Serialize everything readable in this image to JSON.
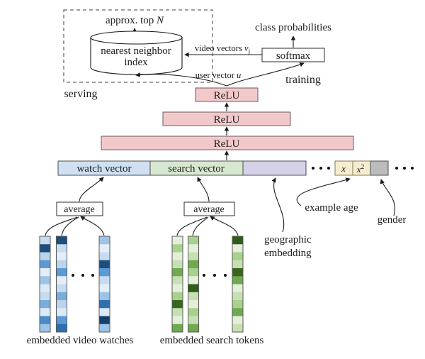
{
  "serving_section": {
    "approx_top_text": "approx. top ",
    "approx_top_var": "N",
    "nn_index_line1": "nearest neighbor",
    "nn_index_line2": "index",
    "serving_label": "serving"
  },
  "training_section": {
    "class_probabilities": "class probabilities",
    "softmax_label": "softmax",
    "video_vectors_text": "video vectors ",
    "video_vectors_var": "v",
    "video_vectors_sub": "j",
    "user_vector_text": "user vector ",
    "user_vector_var": "u",
    "training_label": "training"
  },
  "network": {
    "relu_top": "ReLU",
    "relu_mid": "ReLU",
    "relu_bottom": "ReLU"
  },
  "input_layer": {
    "watch_vector": "watch vector",
    "search_vector": "search vector",
    "x_var": "x",
    "x2_base": "x",
    "x2_sup": "2"
  },
  "features": {
    "average_left": "average",
    "average_right": "average",
    "example_age": "example age",
    "gender": "gender",
    "geographic_line1": "geographic",
    "geographic_line2": "embedding",
    "embedded_video": "embedded video watches",
    "embedded_search": "embedded search tokens"
  },
  "colors": {
    "relu_fill": "#f2c9cb",
    "watch_fill": "#cfe0f2",
    "search_fill": "#d7e8d1",
    "geo_fill": "#d5d2e8",
    "age_fill": "#f6ecce",
    "gender_fill": "#bcbcbc"
  },
  "columns": {
    "blue1": [
      "#c7dcf0",
      "#1d4e7e",
      "#bcd4ec",
      "#5b9bd5",
      "#e4eef8",
      "#9dc3e6",
      "#dce9f6",
      "#c7dcf0",
      "#79aeda",
      "#dce9f6",
      "#4a8bc8",
      "#9dc3e6"
    ],
    "blue2": [
      "#1d4e7e",
      "#c7dcf0",
      "#e4eef8",
      "#bcd4ec",
      "#5b9bd5",
      "#e4eef8",
      "#c7dcf0",
      "#79aeda",
      "#bcd4ec",
      "#dce9f6",
      "#5b9bd5",
      "#2e6fae"
    ],
    "blue3": [
      "#9dc3e6",
      "#e4eef8",
      "#c7dcf0",
      "#1d4e7e",
      "#5b9bd5",
      "#c7dcf0",
      "#e4eef8",
      "#9dc3e6",
      "#2e6fae",
      "#dce9f6",
      "#163f6b",
      "#9dc3e6"
    ],
    "green1": [
      "#e3efda",
      "#a9d18e",
      "#e3efda",
      "#c6e0b4",
      "#6faa4e",
      "#c6e0b4",
      "#e3efda",
      "#a9d18e",
      "#38661f",
      "#c6e0b4",
      "#e3efda",
      "#6faa4e"
    ],
    "green2": [
      "#a9d18e",
      "#e3efda",
      "#c6e0b4",
      "#6faa4e",
      "#a9d18e",
      "#e3efda",
      "#2e5d1a",
      "#c6e0b4",
      "#e3efda",
      "#a9d18e",
      "#c6e0b4",
      "#6faa4e"
    ],
    "green3": [
      "#2e5d1a",
      "#e3efda",
      "#a9d18e",
      "#c6e0b4",
      "#38661f",
      "#6faa4e",
      "#e3efda",
      "#c6e0b4",
      "#a9d18e",
      "#6faa4e",
      "#e3efda",
      "#c6e0b4"
    ]
  }
}
